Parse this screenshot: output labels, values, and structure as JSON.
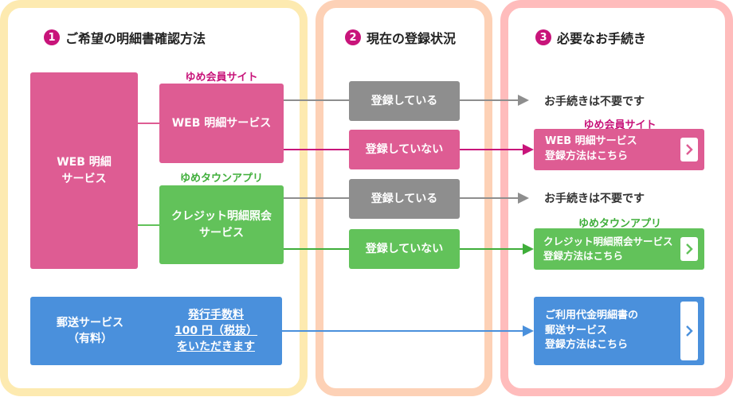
{
  "columns": [
    {
      "num": "1",
      "title": "ご希望の明細書確認方法"
    },
    {
      "num": "2",
      "title": "現在の登録状況"
    },
    {
      "num": "3",
      "title": "必要なお手続き"
    }
  ],
  "services": {
    "web_main": {
      "line1": "WEB 明細",
      "line2": "サービス"
    },
    "yume_member_tag": "ゆめ会員サイト",
    "web_sub": "WEB 明細サービス",
    "yume_town_tag": "ゆめタウンアプリ",
    "credit_sub": {
      "line1": "クレジット明細照会",
      "line2": "サービス"
    },
    "postal": {
      "line1": "郵送サービス",
      "line2": "（有料）"
    },
    "fee": {
      "line1": "発行手数料",
      "line2": "100 円（税抜）",
      "line3": "をいただきます"
    }
  },
  "status": {
    "registered": "登録している",
    "not_registered": "登録していない"
  },
  "actions": {
    "no_procedure": "お手続きは不要です",
    "member_tag": "ゆめ会員サイト",
    "web_action": {
      "line1": "WEB 明細サービス",
      "line2": "登録方法はこちら"
    },
    "town_tag": "ゆめタウンアプリ",
    "credit_action": {
      "line1": "クレジット明細照会サービス",
      "line2": "登録方法はこちら"
    },
    "postal_action": {
      "line1": "ご利用代金明細書の",
      "line2": "郵送サービス",
      "line3": "登録方法はこちら"
    }
  },
  "colors": {
    "pink": "#de5c93",
    "green": "#62c25a",
    "blue": "#4a90dc",
    "gray": "#8e8e8e",
    "accent_magenta": "#c8147a",
    "col1_border": "#fdeab0",
    "col2_border": "#fdd1b6",
    "col3_border": "#ffbcbc"
  },
  "icons": {
    "action_arrow": "chevron-right-icon",
    "flow_arrow": "arrow-right-icon"
  }
}
